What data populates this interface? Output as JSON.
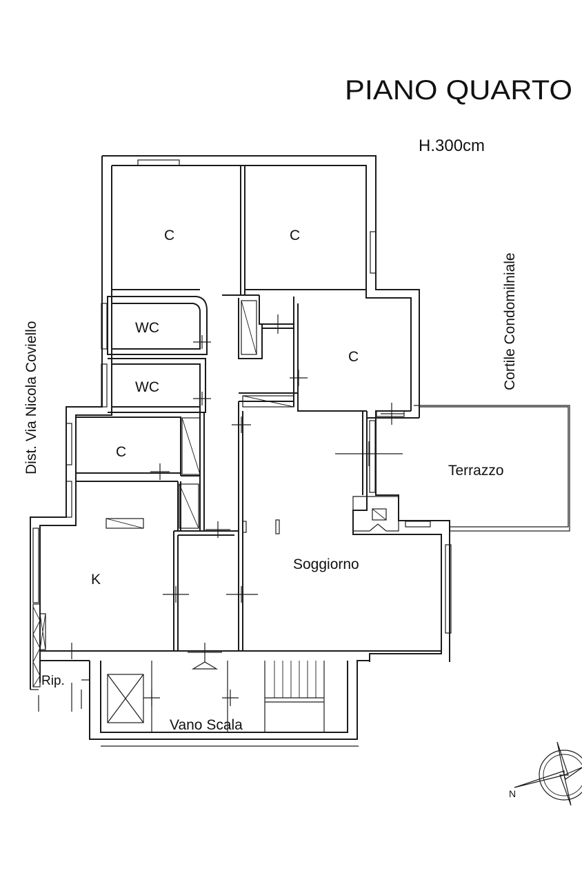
{
  "header": {
    "title": "PIANO QUARTO",
    "height_note": "H.300cm"
  },
  "side_labels": {
    "street": "Dist. Via Nicola Coviello",
    "courtyard": "Cortile Condomilniale"
  },
  "rooms": {
    "bedroom_1": "C",
    "bedroom_2": "C",
    "bedroom_3": "C",
    "bedroom_4": "C",
    "wc_1": "WC",
    "wc_2": "WC",
    "kitchen": "K",
    "living": "Soggiorno",
    "terrace": "Terrazzo",
    "storage": "Rip.",
    "stairwell": "Vano Scala"
  },
  "compass": {
    "north": "N"
  }
}
